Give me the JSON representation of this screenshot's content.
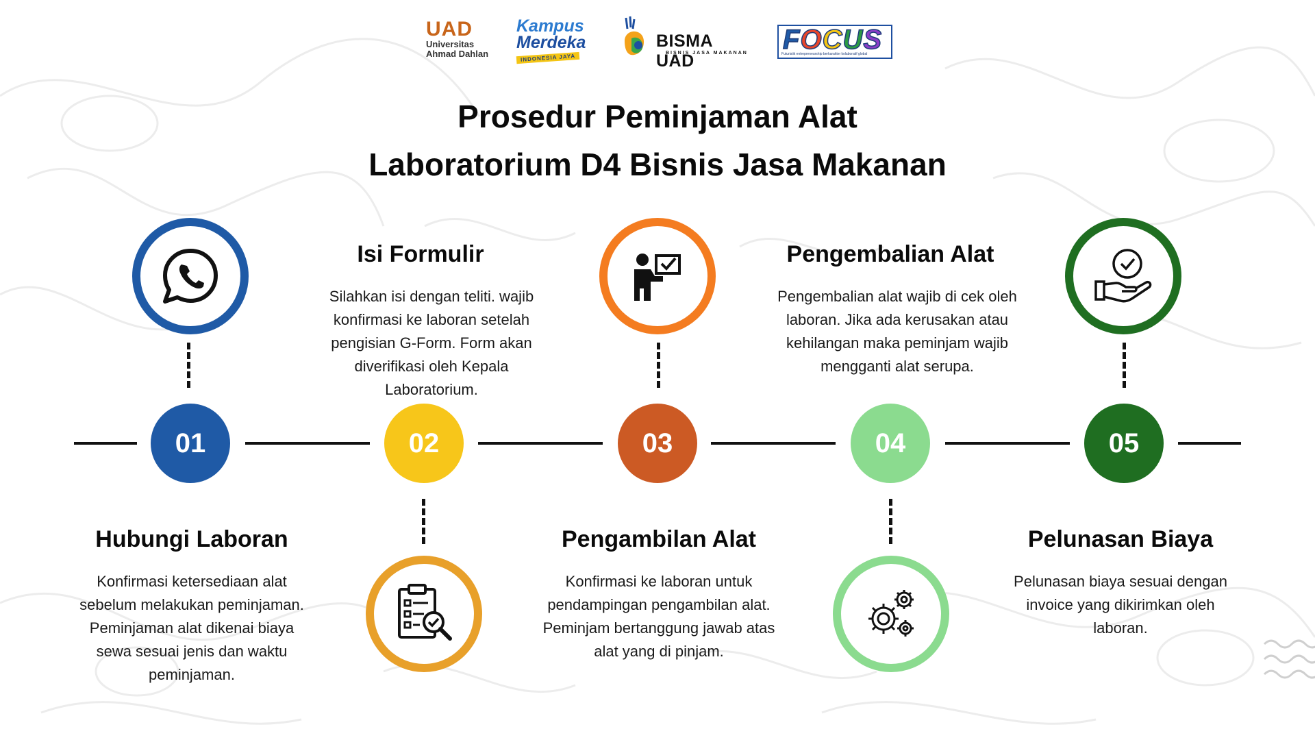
{
  "logos": {
    "uad": {
      "mark": "UAD",
      "line1": "Universitas",
      "line2": "Ahmad Dahlan"
    },
    "kampus_merdeka": {
      "line1": "Kampus",
      "line2": "Merdeka",
      "tagline": "INDONESIA JAYA"
    },
    "bisma": {
      "name": "BISMA UAD",
      "sub": "BISNIS JASA MAKANAN"
    },
    "focus": {
      "name": "FOCUS",
      "tagline": "Futuristik entrepreneurship berkarakter kolaboratif global"
    }
  },
  "title": {
    "line1": "Prosedur Peminjaman Alat",
    "line2": "Laboratorium D4 Bisnis Jasa Makanan"
  },
  "steps": [
    {
      "number": "01",
      "title": "Hubungi Laboran",
      "description": "Konfirmasi ketersediaan alat sebelum melakukan peminjaman. Peminjaman alat dikenai biaya sewa sesuai jenis dan waktu peminjaman.",
      "icon": "whatsapp-icon",
      "color": "#1f5aa6",
      "ring_color": "#1f5aa6"
    },
    {
      "number": "02",
      "title": "Isi Formulir",
      "description": "Silahkan isi dengan teliti. wajib konfirmasi ke laboran setelah pengisian G-Form. Form akan diverifikasi oleh Kepala Laboratorium.",
      "icon": "clipboard-check-icon",
      "color": "#f7c61a",
      "ring_color": "#e8a02a"
    },
    {
      "number": "03",
      "title": "Pengambilan Alat",
      "description": "Konfirmasi ke laboran untuk pendampingan pengambilan alat. Peminjam bertanggung jawab atas alat yang di pinjam.",
      "icon": "presenter-checklist-icon",
      "color": "#cc5a24",
      "ring_color": "#f47c20"
    },
    {
      "number": "04",
      "title": "Pengembalian Alat",
      "description": "Pengembalian alat wajib di cek oleh laboran. Jika ada kerusakan atau kehilangan maka peminjam wajib mengganti alat serupa.",
      "icon": "gears-icon",
      "color": "#8bdb8f",
      "ring_color": "#8bdb8f"
    },
    {
      "number": "05",
      "title": "Pelunasan Biaya",
      "description": "Pelunasan biaya sesuai dengan invoice yang dikirimkan oleh laboran.",
      "icon": "hand-check-icon",
      "color": "#1f6e21",
      "ring_color": "#1f6e21"
    }
  ]
}
